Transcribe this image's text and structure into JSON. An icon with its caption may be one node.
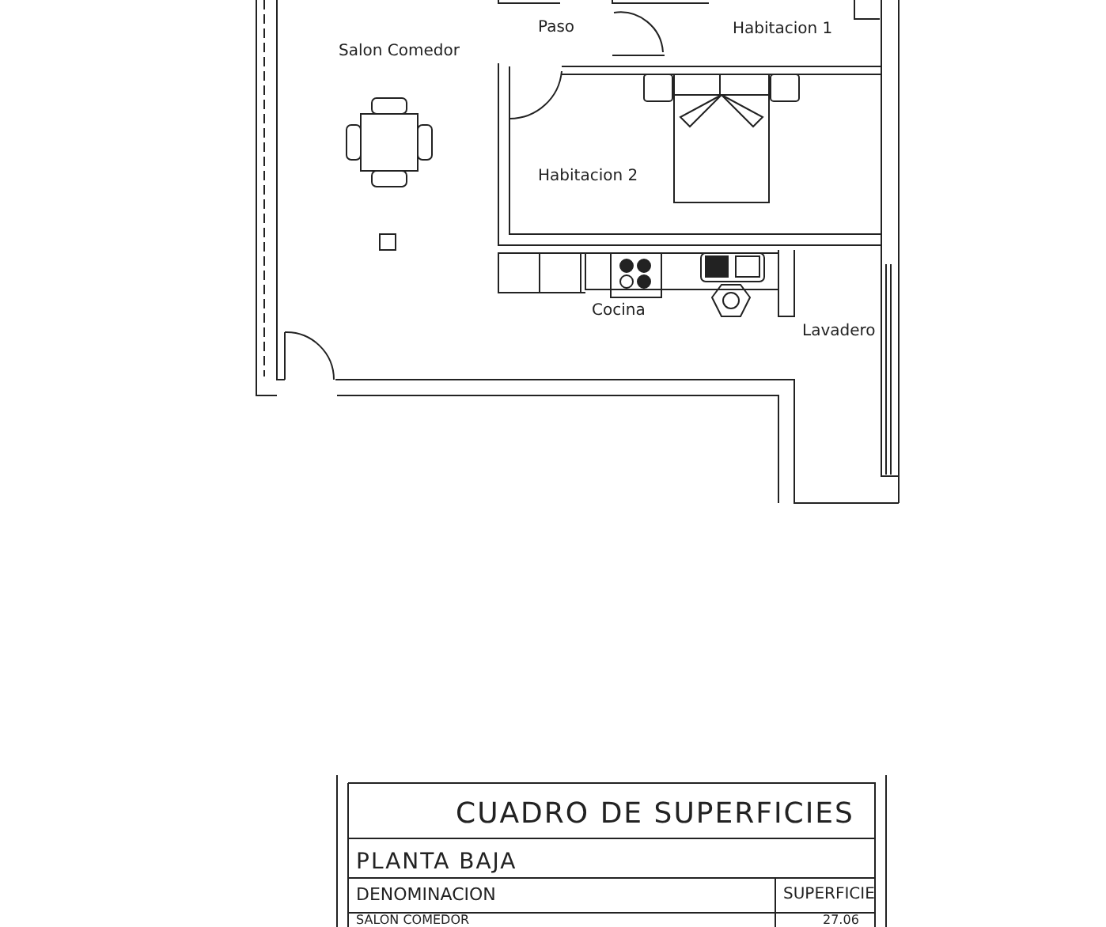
{
  "diagram": {
    "labels": [
      "Paso",
      "Habitacion 1",
      "Salon Comedor",
      "Habitacion 2",
      "Cocina",
      "Lavadero",
      "CUADRO DE SUPERFICIES",
      "PLANTA BAJA",
      "DENOMINACION",
      "SUPERFICIE",
      "SALON COMEDOR",
      "27.06"
    ]
  }
}
